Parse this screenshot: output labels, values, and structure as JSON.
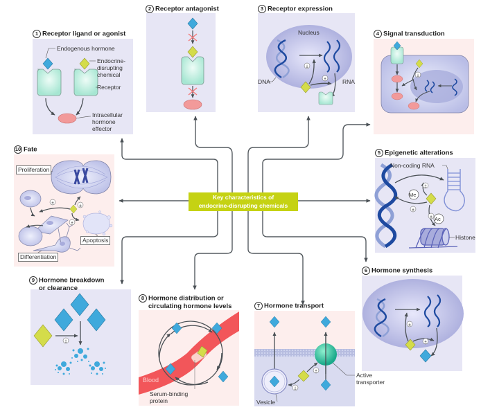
{
  "center": {
    "line1": "Key characteristics of",
    "line2": "endocrine-disrupting chemicals"
  },
  "colors": {
    "accent": "#c5d213",
    "panel_lavender": "#e7e6f5",
    "panel_pink": "#fdeeed",
    "hormone": "#3fa9dc",
    "edc": "#d4dc4a",
    "receptor": "#bff0e0",
    "effector": "#f29a9a",
    "blood": "#f2565a",
    "connector": "#555b60"
  },
  "panels": [
    {
      "num": "1",
      "title": "Receptor ligand or agonist",
      "labels": {
        "hormone": "Endogenous hormone",
        "edc1": "Endocrine-",
        "edc2": "disrupting",
        "edc3": "chemical",
        "receptor": "Receptor",
        "eff1": "Intracellular",
        "eff2": "hormone",
        "eff3": "effector"
      }
    },
    {
      "num": "2",
      "title": "Receptor antagonist"
    },
    {
      "num": "3",
      "title": "Receptor expression",
      "labels": {
        "nucleus": "Nucleus",
        "dna": "DNA",
        "rna": "RNA"
      }
    },
    {
      "num": "4",
      "title": "Signal transduction"
    },
    {
      "num": "5",
      "title": "Epigenetic alterations",
      "labels": {
        "ncrna": "Non-coding RNA",
        "me": "Me",
        "ac": "Ac",
        "histone": "Histone"
      }
    },
    {
      "num": "6",
      "title": "Hormone synthesis"
    },
    {
      "num": "7",
      "title": "Hormone transport",
      "labels": {
        "vesicle": "Vesicle",
        "at1": "Active",
        "at2": "transporter"
      }
    },
    {
      "num": "8",
      "title1": "Hormone distribution or",
      "title2": "circulating hormone levels",
      "labels": {
        "blood": "Blood",
        "sbp1": "Serum-binding",
        "sbp2": "protein"
      }
    },
    {
      "num": "9",
      "title1": "Hormone breakdown",
      "title2": "or clearance"
    },
    {
      "num": "10",
      "title": "Fate",
      "labels": {
        "prolif": "Proliferation",
        "apop": "Apoptosis",
        "diff": "Differentiation"
      }
    }
  ],
  "pm": "±"
}
